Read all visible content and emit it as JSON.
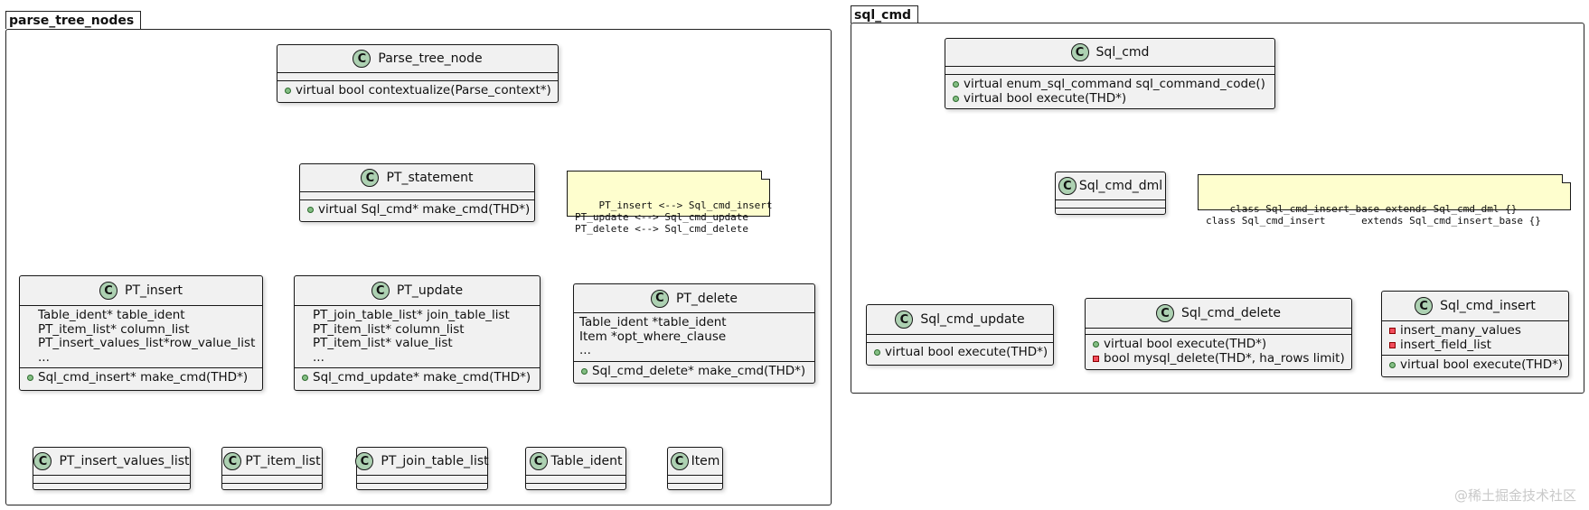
{
  "packages": {
    "parse_tree_nodes": "parse_tree_nodes",
    "sql_cmd": "sql_cmd"
  },
  "badge_letter": "C",
  "classes": {
    "parse_tree_node": {
      "name": "Parse_tree_node",
      "methods": [
        "virtual bool contextualize(Parse_context*)"
      ]
    },
    "pt_statement": {
      "name": "PT_statement",
      "methods": [
        "virtual Sql_cmd* make_cmd(THD*)"
      ]
    },
    "pt_insert": {
      "name": "PT_insert",
      "fields": [
        "Table_ident* table_ident",
        "PT_item_list* column_list",
        "PT_insert_values_list*row_value_list",
        "..."
      ],
      "methods": [
        "Sql_cmd_insert* make_cmd(THD*)"
      ]
    },
    "pt_update": {
      "name": "PT_update",
      "fields": [
        "PT_join_table_list* join_table_list",
        "PT_item_list* column_list",
        "PT_item_list* value_list",
        "..."
      ],
      "methods": [
        "Sql_cmd_update* make_cmd(THD*)"
      ]
    },
    "pt_delete": {
      "name": "PT_delete",
      "fields": [
        "Table_ident *table_ident",
        "Item *opt_where_clause",
        "..."
      ],
      "methods": [
        "Sql_cmd_delete* make_cmd(THD*)"
      ]
    },
    "pt_insert_values_list": {
      "name": "PT_insert_values_list"
    },
    "pt_item_list": {
      "name": "PT_item_list"
    },
    "pt_join_table_list": {
      "name": "PT_join_table_list"
    },
    "table_ident": {
      "name": "Table_ident"
    },
    "item": {
      "name": "Item"
    },
    "sql_cmd": {
      "name": "Sql_cmd",
      "methods": [
        "virtual enum_sql_command sql_command_code()",
        "virtual bool execute(THD*)"
      ]
    },
    "sql_cmd_dml": {
      "name": "Sql_cmd_dml"
    },
    "sql_cmd_update": {
      "name": "Sql_cmd_update",
      "methods": [
        "virtual bool execute(THD*)"
      ]
    },
    "sql_cmd_delete": {
      "name": "Sql_cmd_delete",
      "methods": [
        "virtual bool execute(THD*)",
        "bool mysql_delete(THD*, ha_rows limit)"
      ]
    },
    "sql_cmd_insert": {
      "name": "Sql_cmd_insert",
      "fields": [
        "insert_many_values",
        "insert_field_list"
      ],
      "methods": [
        "virtual bool execute(THD*)"
      ]
    }
  },
  "notes": {
    "pt_mapping": "PT_insert <--> Sql_cmd_insert\nPT_update <--> Sql_cmd_update\nPT_delete <--> Sql_cmd_delete",
    "sql_insert_hierarchy": "class Sql_cmd_insert_base extends Sql_cmd_dml {}\nclass Sql_cmd_insert      extends Sql_cmd_insert_base {}"
  },
  "watermark": "@稀土掘金技术社区",
  "colors": {
    "class_fill": "#f1f1f1",
    "badge_fill": "#add1b2",
    "note_fill": "#fefece",
    "public_marker": "#84be84",
    "private_marker": "#f24d5c"
  }
}
